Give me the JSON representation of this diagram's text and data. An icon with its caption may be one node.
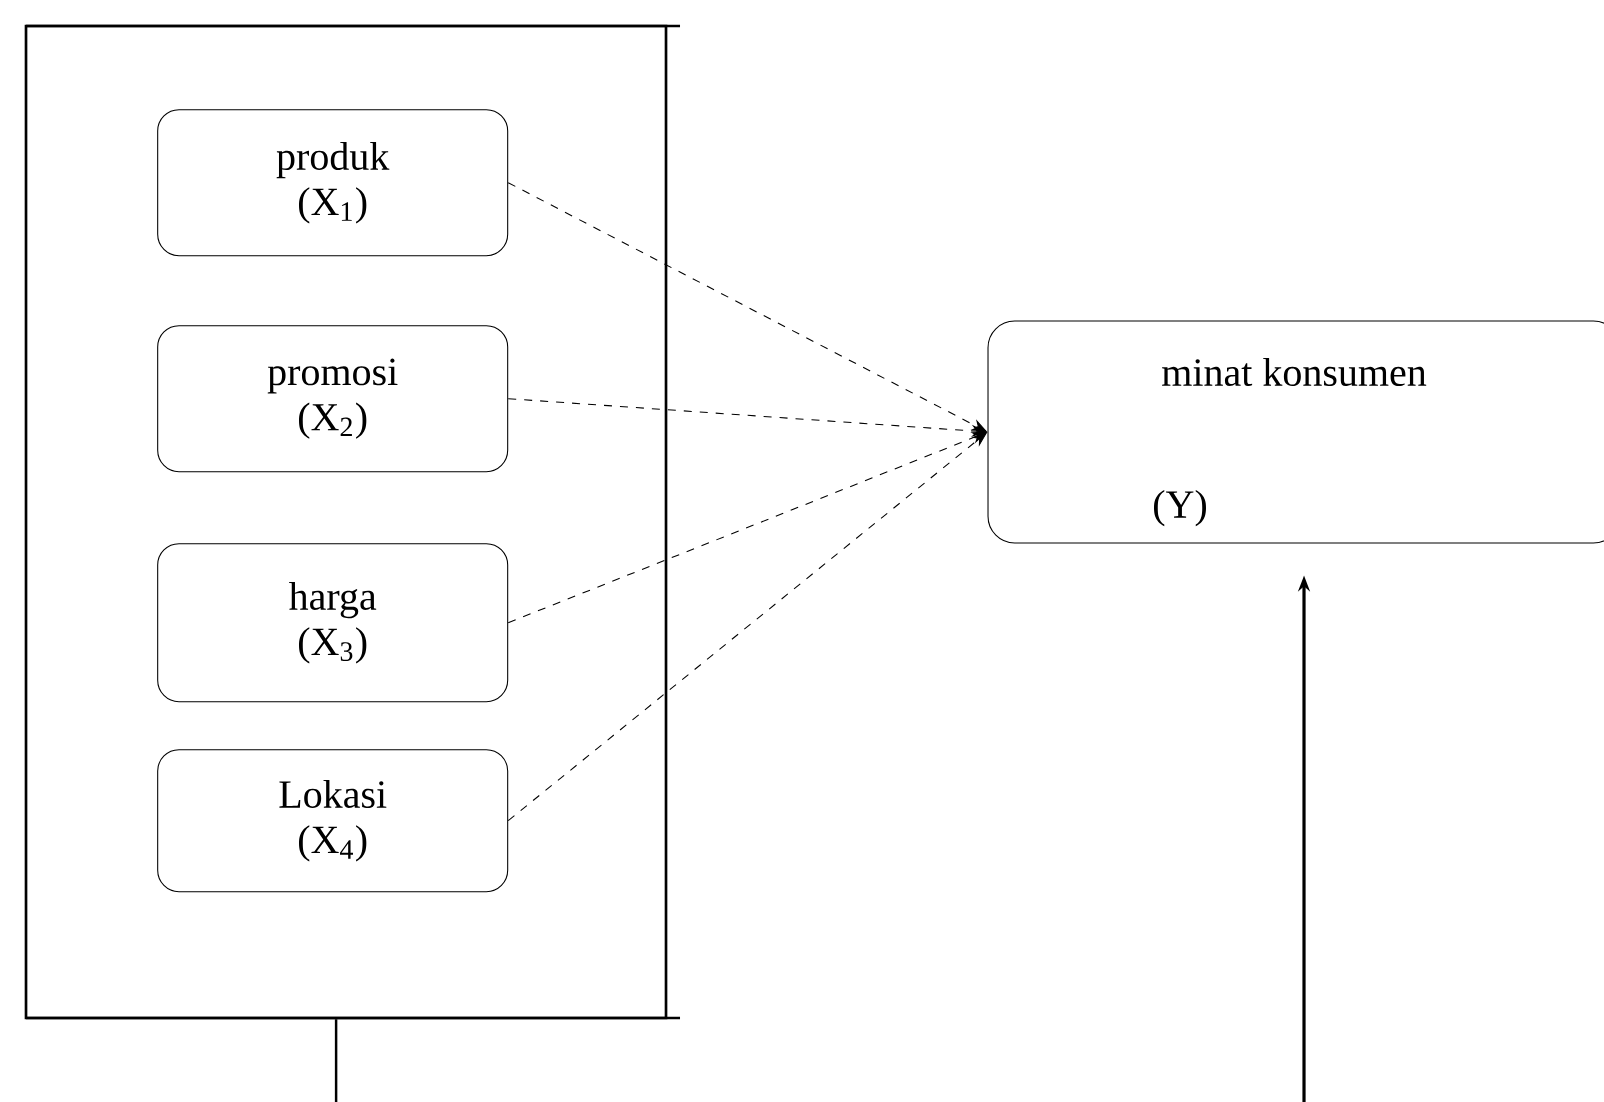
{
  "diagram": {
    "nodes": [
      {
        "text": [],
        "shape": "box"
      },
      {
        "text": [
          "produk",
          "(X$_{1}$)"
        ],
        "in": 0
      },
      {
        "text": [
          "promosi",
          "(X$_{2}$)"
        ],
        "in": 0
      },
      {
        "text": [
          "harga",
          "(X$_{3}$)"
        ],
        "in": 0
      },
      {
        "text": [
          "Lokasi",
          "(X$_{4}$)"
        ],
        "in": 0
      },
      {
        "text": [
          "minat konsumen",
          "(Y)"
        ]
      }
    ],
    "edges": [
      {
        "from": 1,
        "to": 5,
        "arrow": "to",
        "style": "dashed"
      },
      {
        "from": 2,
        "to": 5,
        "arrow": "to",
        "style": "dashed"
      },
      {
        "from": 3,
        "to": 5,
        "arrow": "to",
        "style": "dashed"
      },
      {
        "from": 4,
        "to": 5,
        "arrow": "to",
        "style": "dashed"
      },
      {
        "from": 0,
        "to": null,
        "arrow": "none"
      },
      {
        "from": null,
        "to": 5,
        "arrow": "to"
      }
    ]
  }
}
